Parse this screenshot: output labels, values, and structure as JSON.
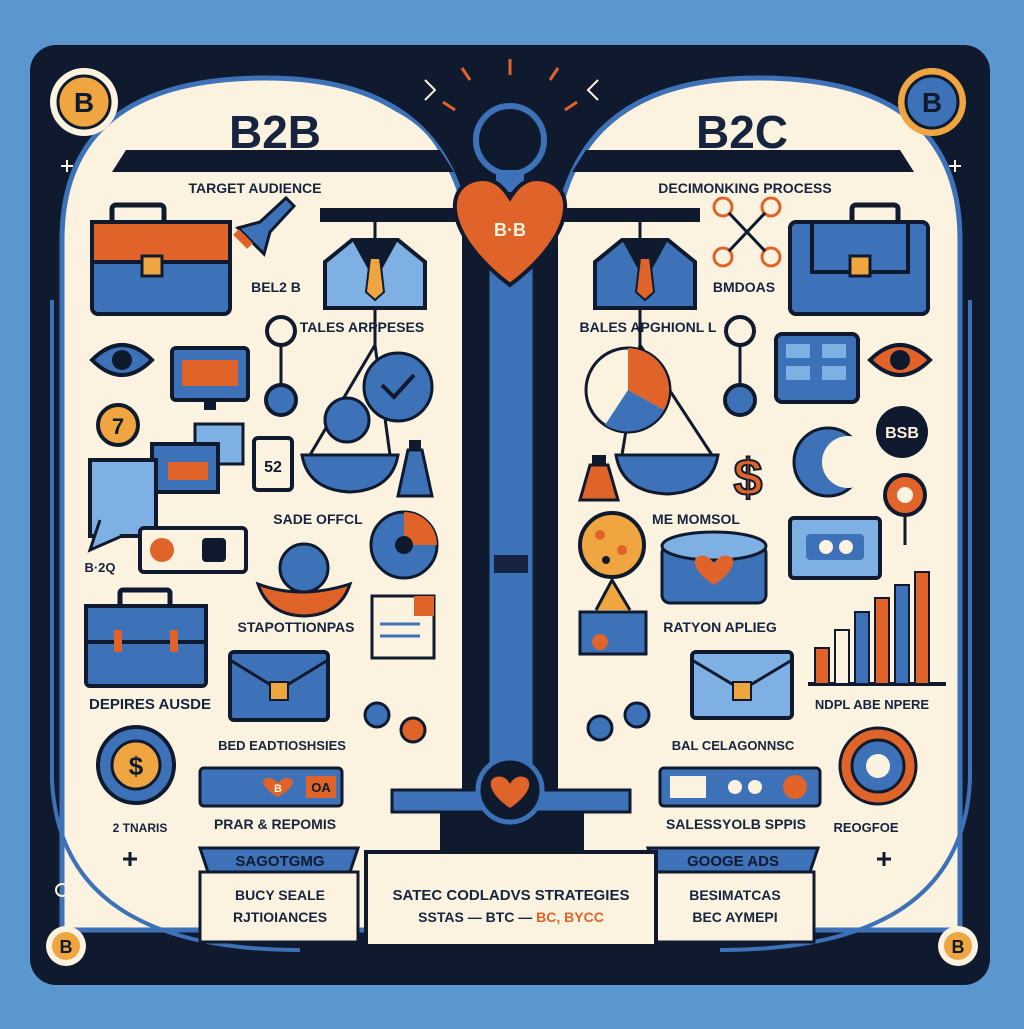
{
  "colors": {
    "background": "#5b97cf",
    "frame": "#0f1a2e",
    "panel": "#fbf3df",
    "blue": "#3e72b8",
    "light_blue": "#7fb0e3",
    "orange": "#e0642a",
    "gold": "#f0a640",
    "navy": "#16243f"
  },
  "headers": {
    "left": "B2B",
    "right": "B2C"
  },
  "corner_badges": {
    "top_left": "B",
    "top_right": "B",
    "bottom_left": "B",
    "bottom_right": "B"
  },
  "scale": {
    "top_heart": "B·B"
  },
  "left_labels": {
    "target": "TARGET AUDIENCE",
    "bel2b": "BEL2 B",
    "tales": "TALES ARPPESES",
    "seven": "7",
    "fiftytwo": "52",
    "b2q": "B·2Q",
    "sade": "SADE OFFCL",
    "stapo": "STAPOTTIONPAS",
    "depires": "DEPIRES AUSDE",
    "bed": "BED EADTIOSHSIES",
    "hearttag": "B",
    "ostag": "OA",
    "prar": "PRAR & REPOMIS",
    "naris": "2 TNARIS",
    "sago": "SAGOTGMG",
    "buy1": "BUCY SEALE",
    "buy2": "RJTIOIANCES"
  },
  "right_labels": {
    "deci": "DECIMONKING PROCESS",
    "bmdoas": "BMDOAS",
    "bales": "BALES APGHIONL L",
    "bsb": "BSB",
    "memo": "ME MOMSOL",
    "ratyon": "RATYON APLIEG",
    "ndpl": "NDPL ABE NPERE",
    "balcel": "BAL CELAGONNSC",
    "sales": "SALESSYOLB SPPIS",
    "reog": "REOGFOE",
    "google": "GOOGE ADS",
    "besi1": "BESIMATCAS",
    "besi2": "BEC AYMEPI",
    "dollar": "$"
  },
  "center_box": {
    "line1": "SATEC CODLADVS STRATEGIES",
    "line2_prefix": "SSTAS — BTC — ",
    "line2_accent": "BC, BYCC"
  },
  "icons": [
    "briefcase-icon",
    "shirt-tie-icon",
    "eye-icon",
    "monitor-icon",
    "chat-bubble-icon",
    "scale-pan-icon",
    "lightbulb-icon",
    "heart-icon",
    "dollar-coin-icon",
    "bar-chart-icon",
    "flower-badge-icon",
    "network-icon",
    "pie-chart-icon",
    "phone-icon",
    "flask-icon",
    "envelope-icon",
    "basket-icon",
    "crescent-icon"
  ]
}
